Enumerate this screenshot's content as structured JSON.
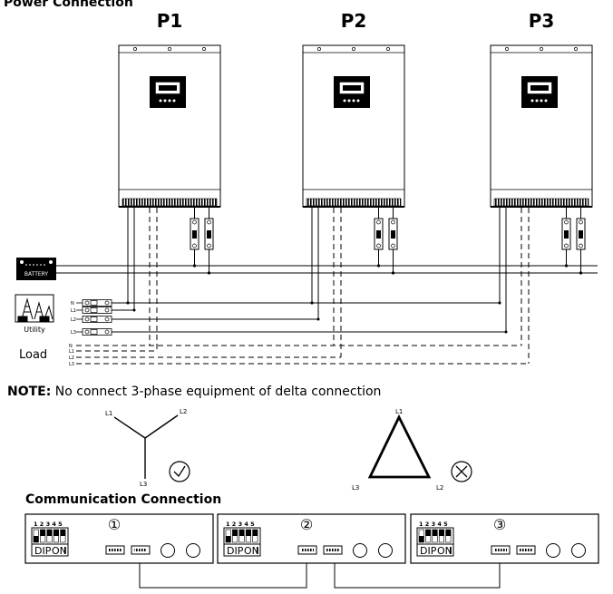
{
  "section_titles": {
    "power": "Power Connection",
    "communication": "Communication Connection"
  },
  "units": [
    "P1",
    "P2",
    "P3"
  ],
  "battery_label": "BATTERY",
  "utility_label": "Utility",
  "load_label": "Load",
  "utility_lines": [
    "N",
    "L1",
    "L2",
    "L3"
  ],
  "load_lines": [
    "N",
    "L1",
    "L2",
    "L3"
  ],
  "note": {
    "prefix": "NOTE:",
    "text": " No connect 3-phase equipment of delta connection"
  },
  "wye": {
    "labels": [
      "L1",
      "L2",
      "L3"
    ],
    "status": "allowed",
    "status_icon": "check-circle-icon"
  },
  "delta": {
    "labels": [
      "L1",
      "L2",
      "L3"
    ],
    "status": "not-allowed",
    "status_icon": "x-circle-icon"
  },
  "comm_boards": [
    {
      "number": "①",
      "dip_numbers": "1 2 3 4 5",
      "dip_label": "DIP",
      "on_label": "ON"
    },
    {
      "number": "②",
      "dip_numbers": "1 2 3 4 5",
      "dip_label": "DIP",
      "on_label": "ON"
    },
    {
      "number": "③",
      "dip_numbers": "1 2 3 4 5",
      "dip_label": "DIP",
      "on_label": "ON"
    }
  ]
}
